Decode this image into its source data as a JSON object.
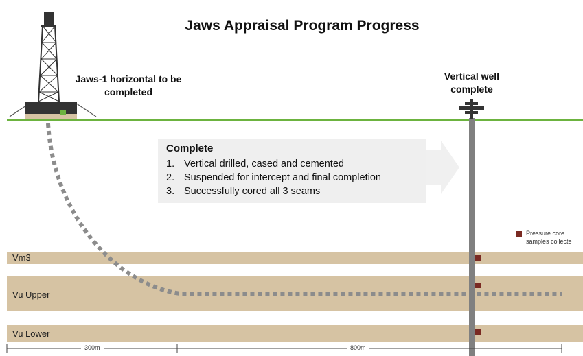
{
  "title": "Jaws Appraisal Program Progress",
  "rig_label": "Jaws-1 horizontal to be completed",
  "well_label": "Vertical well complete",
  "status_box": {
    "heading": "Complete",
    "items": [
      {
        "num": "1.",
        "text": "Vertical drilled, cased and cemented"
      },
      {
        "num": "2.",
        "text": "Suspended for intercept and final completion"
      },
      {
        "num": "3.",
        "text": "Successfully cored all 3 seams"
      }
    ]
  },
  "legend": {
    "line1": "Pressure core",
    "line2": "samples collecte"
  },
  "seams": [
    {
      "name": "Vm3"
    },
    {
      "name": "Vu Upper"
    },
    {
      "name": "Vu Lower"
    }
  ],
  "distances": [
    {
      "label": "300m"
    },
    {
      "label": "800m"
    }
  ],
  "colors": {
    "ground": "#6cb33f",
    "seam": "#d6c3a3",
    "well": "#808080",
    "wellbore_planned": "#8c8c8c",
    "core_sample": "#7a2a22",
    "rig": "#333333",
    "arrow": "#f0f0f0"
  }
}
